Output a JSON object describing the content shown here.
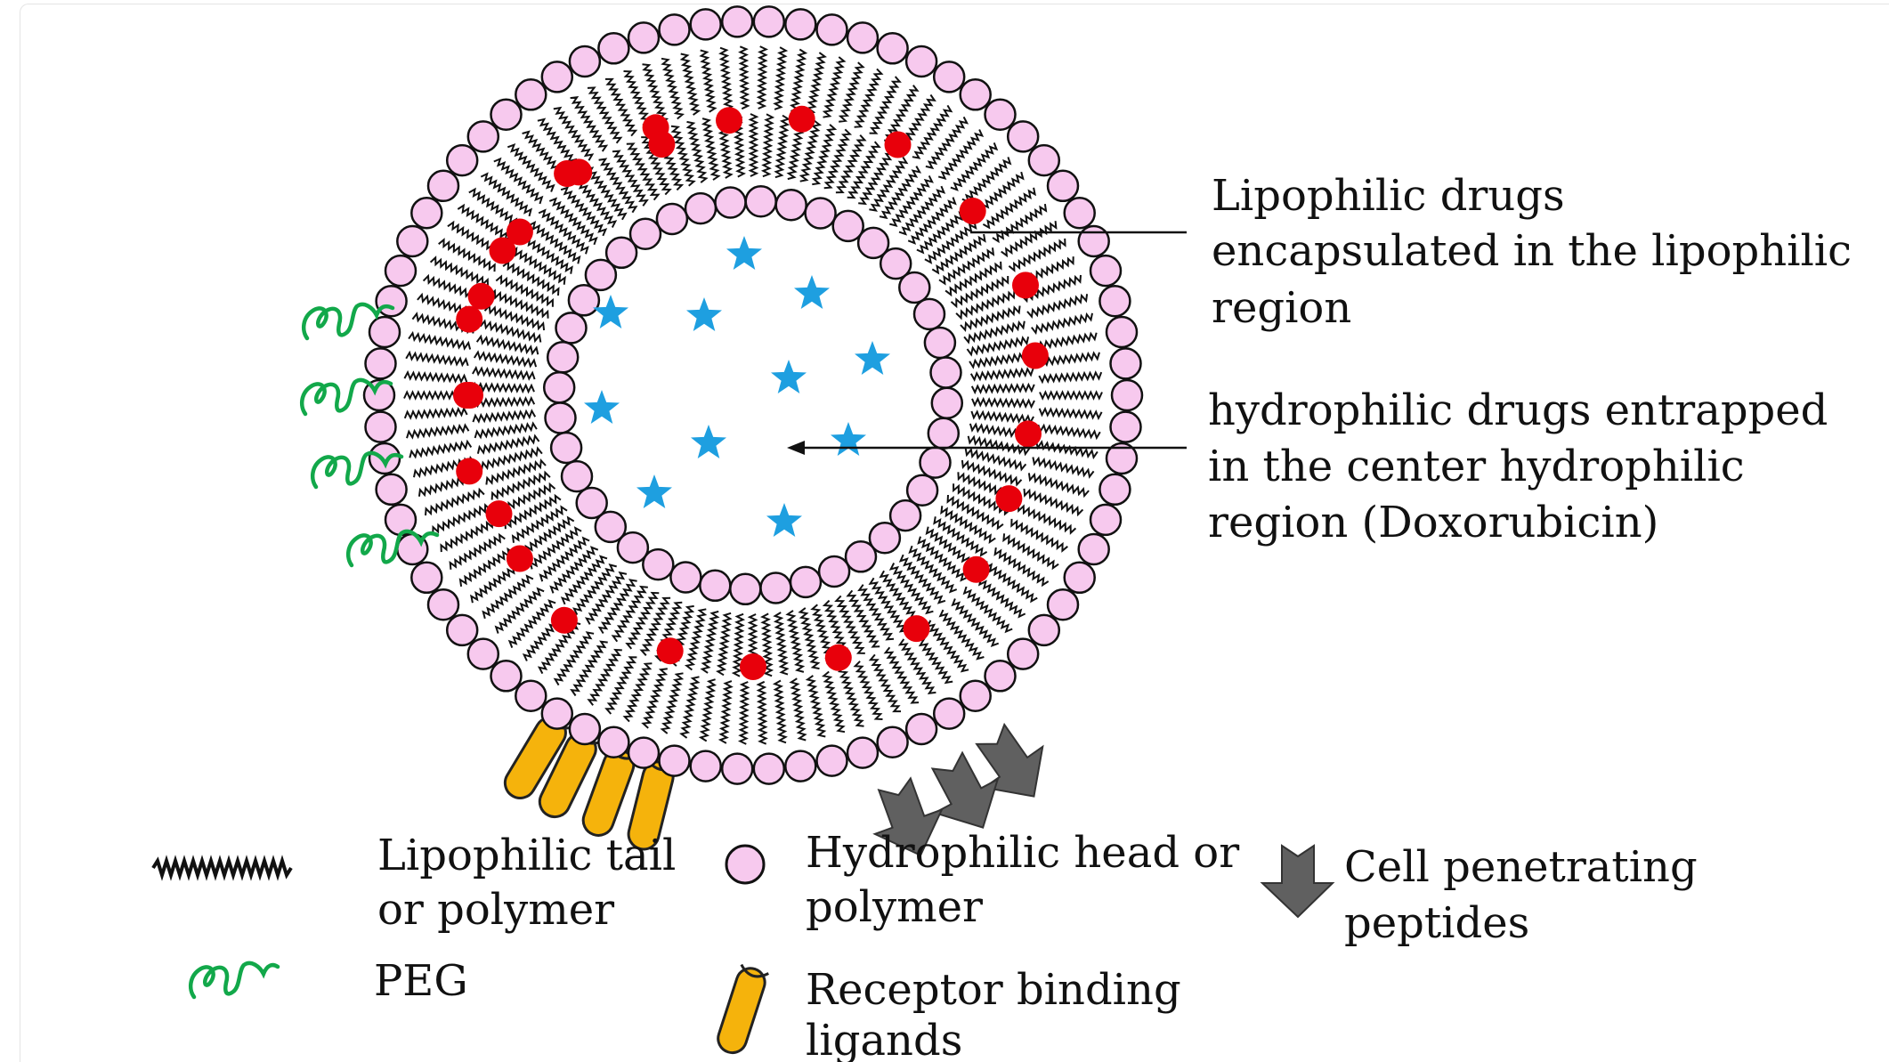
{
  "colors": {
    "head_fill": "#f7c9ee",
    "head_stroke": "#111111",
    "drug_red": "#e8000b",
    "star_blue": "#1e9fe0",
    "peg_green": "#12a84a",
    "ligand_orange": "#f5b30c",
    "cpp_gray": "#606060"
  },
  "icons": {
    "hydrophilic_head": "pink-circle-icon",
    "lipophilic_tail": "zigzag-line-icon",
    "peg": "green-squiggle-icon",
    "ligand": "orange-cylinder-icon",
    "cpp": "gray-down-arrow-icon",
    "lipophilic_drug": "red-dot-icon",
    "hydrophilic_drug": "blue-star-icon"
  },
  "callouts": {
    "lipophilic_drugs": {
      "line1": "Lipophilic drugs",
      "line2": "encapsulated  in the lipophilic",
      "line3": "region"
    },
    "hydrophilic_drugs": {
      "line1": "hydrophilic  drugs entrapped",
      "line2": "in the center hydrophilic",
      "line3": "region (Doxorubicin)"
    }
  },
  "legend": {
    "lipophilic_tail": {
      "line1": "Lipophilic tail",
      "line2": "or polymer"
    },
    "hydrophilic_head": {
      "line1": "Hydrophilic  head or",
      "line2": "polymer"
    },
    "cpp": {
      "line1": "Cell penetrating",
      "line2": "peptides"
    },
    "peg": {
      "line1": "PEG"
    },
    "ligand": {
      "line1": "Receptor binding",
      "line2": "ligands"
    }
  }
}
